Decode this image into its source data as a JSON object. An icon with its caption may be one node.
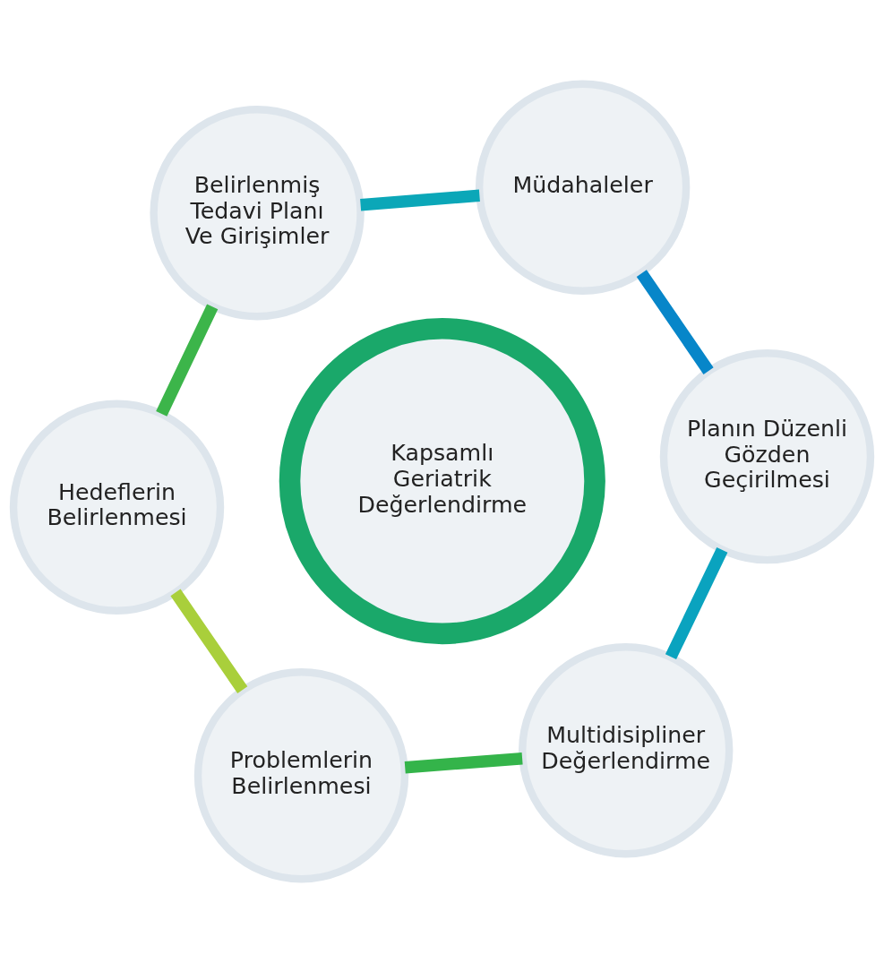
{
  "diagram": {
    "nodes": [
      {
        "text": [
          "Multidisipliner Değerlendirme"
        ]
      },
      {
        "text": [
          "Planın Düzenli Gözden Geçirilmesi"
        ]
      },
      {
        "text": [
          "Problemlerin Belirlenmesi"
        ]
      },
      {
        "text": [
          "Kapsamlı Geriatrik Değerlendirme"
        ]
      },
      {
        "text": [
          "Müdahaleler"
        ]
      },
      {
        "text": [
          "Hedeflerin Belirlenmesi"
        ]
      },
      {
        "text": [
          "Belirlenmiş Tedavi Planı Ve Girişimler"
        ]
      }
    ],
    "edges": [
      {
        "from": 0,
        "to": 2,
        "arrow": "none",
        "color": "#34b44a"
      },
      {
        "from": 2,
        "to": 5,
        "arrow": "none",
        "color": "#a9cf3b"
      },
      {
        "from": 5,
        "to": 6,
        "arrow": "none",
        "color": "#3cb54a"
      },
      {
        "from": 6,
        "to": 4,
        "arrow": "none",
        "color": "#0ba7b8"
      },
      {
        "from": 4,
        "to": 1,
        "arrow": "none",
        "color": "#0786c9"
      },
      {
        "from": 1,
        "to": 0,
        "arrow": "none",
        "color": "#0aa3bf"
      }
    ]
  }
}
